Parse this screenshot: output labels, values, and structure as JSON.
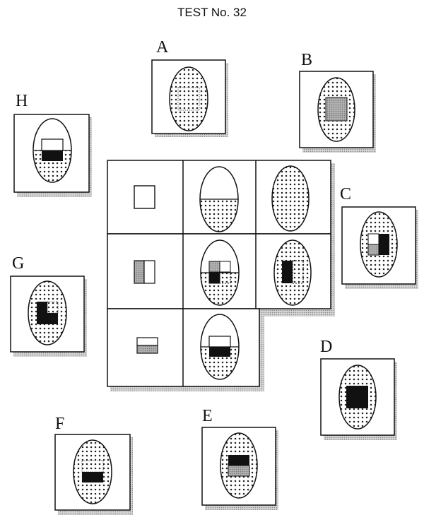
{
  "title": "TEST No. 32",
  "options": [
    {
      "label": "A"
    },
    {
      "label": "B"
    },
    {
      "label": "C"
    },
    {
      "label": "D"
    },
    {
      "label": "E"
    },
    {
      "label": "F"
    },
    {
      "label": "G"
    },
    {
      "label": "H"
    }
  ],
  "colors": {
    "ink": "#111111",
    "dots": "#222222",
    "gray_fill": "#a8a8a8",
    "black_fill": "#111111",
    "card_shadow": "#b8b8b8"
  }
}
